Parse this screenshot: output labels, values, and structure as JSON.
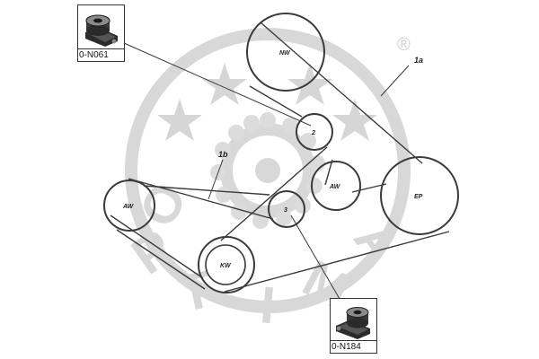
{
  "watermark": {
    "text_letters": [
      "O",
      "P",
      "T",
      "I",
      "M",
      "A"
    ],
    "registered_mark": "®",
    "color": "#d6d6d6"
  },
  "belts": {
    "main_label": "1a",
    "secondary_label": "1b"
  },
  "pulleys": {
    "nw": "NW",
    "tensioner_2": "2",
    "aw_upper": "AW",
    "ep": "EP",
    "aw_left": "AW",
    "idler_3": "3",
    "kw": "KW"
  },
  "parts": [
    {
      "code": "0-N061"
    },
    {
      "code": "0-N184"
    }
  ],
  "colors": {
    "line": "#333333",
    "pulley_stroke": "#3a3a3a"
  }
}
